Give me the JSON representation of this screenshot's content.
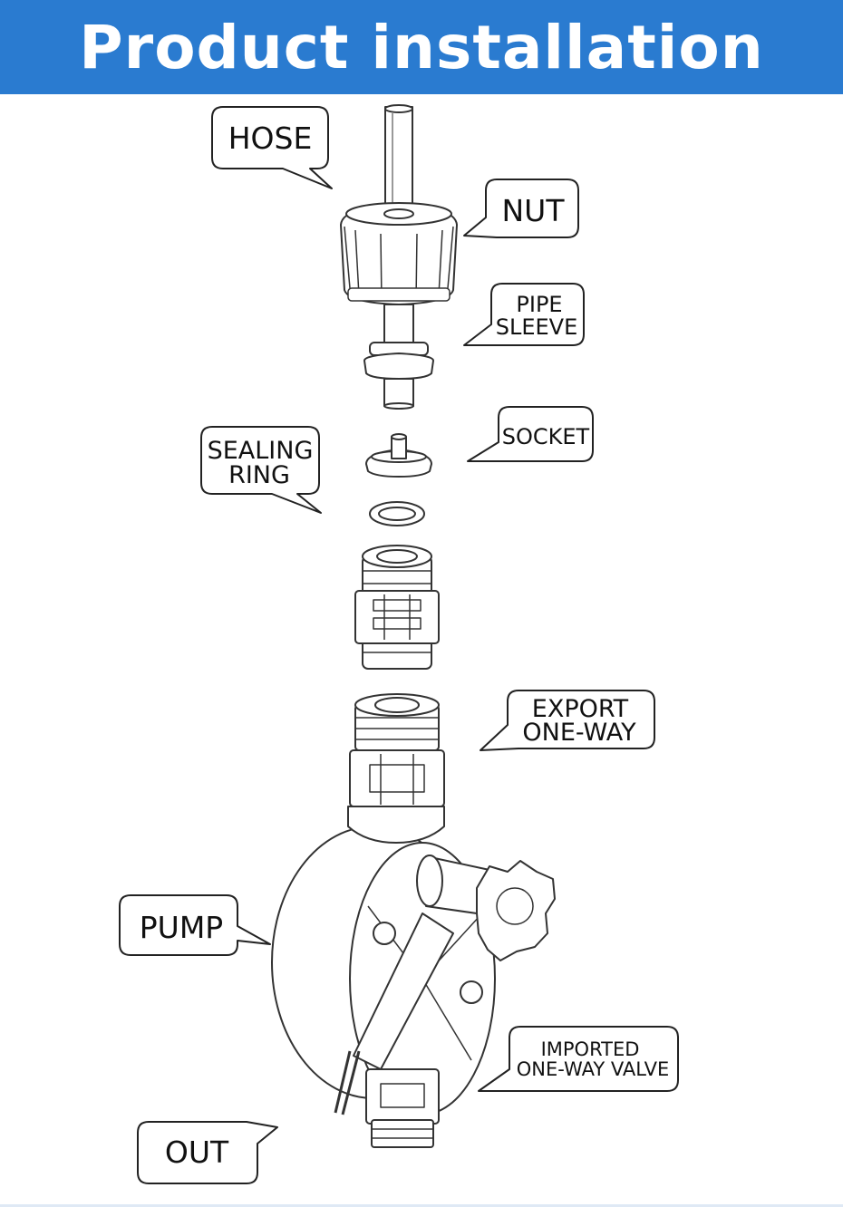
{
  "banner": {
    "title": "Product installation",
    "color": "#2a7bd0"
  },
  "labels": {
    "hose": "HOSE",
    "nut": "NUT",
    "pipe_sleeve": [
      "PIPE",
      "SLEEVE"
    ],
    "socket": "SOCKET",
    "sealing_ring": [
      "SEALING",
      "RING"
    ],
    "export_one_way": [
      "EXPORT",
      "ONE-WAY"
    ],
    "pump": "PUMP",
    "imported_valve": [
      "IMPORTED",
      "ONE-WAY VALVE"
    ],
    "out": "OUT"
  }
}
